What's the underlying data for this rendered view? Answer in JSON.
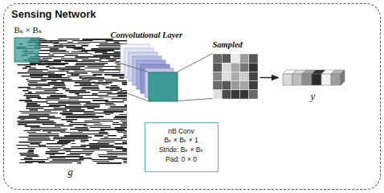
{
  "diagram": {
    "nodes": [
      {
        "text": [
          "Sensing Network"
        ]
      },
      {
        "text": [
          "Bₖ × Bₖ",
          "g"
        ],
        "in": 0
      },
      {
        "text": [
          "Convolutional Layer"
        ],
        "in": 0
      },
      {
        "text": [
          "nB Conv",
          "Bₖ × Bₖ × 1",
          "Stride: Bₖ × Bₖ",
          "Pad: 0 × 0"
        ],
        "in": 0
      },
      {
        "text": [
          "Sampled"
        ],
        "in": 0
      },
      {
        "text": [
          "y"
        ],
        "in": 0
      }
    ],
    "edges": [
      {
        "from": 1,
        "to": 2,
        "arrow": "none"
      },
      {
        "from": 2,
        "to": 4,
        "arrow": "none"
      },
      {
        "from": 4,
        "to": 5,
        "arrow": "to"
      }
    ]
  }
}
